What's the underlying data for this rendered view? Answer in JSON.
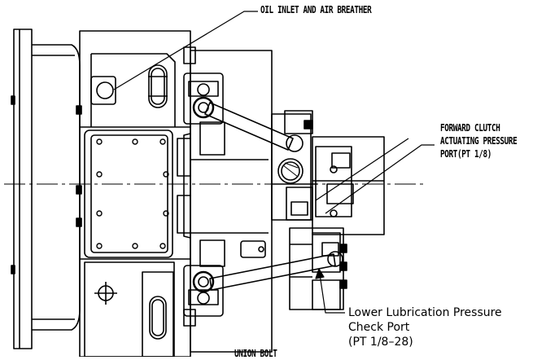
{
  "callouts": {
    "oil_inlet": "OIL INLET AND AIR BREATHER",
    "forward_clutch_line1": "FORWARD CLUTCH",
    "forward_clutch_line2": "ACTUATING PRESSURE",
    "forward_clutch_line3": "PORT(PT 1/8)",
    "lower_lube_line1": "Lower Lubrication Pressure",
    "lower_lube_line2": "Check Port",
    "lower_lube_line3": "(PT 1/8–28)",
    "union_bolt": "UNION BOLT"
  },
  "colors": {
    "line": "#000000",
    "background": "#ffffff"
  }
}
